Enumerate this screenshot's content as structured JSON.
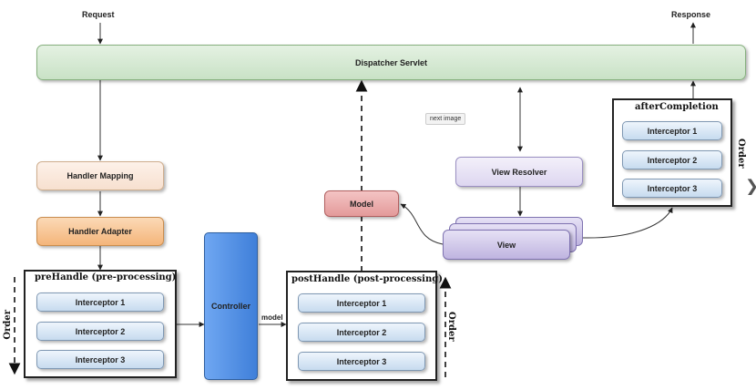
{
  "labels": {
    "request": "Request",
    "response": "Response",
    "dispatcher": "Dispatcher Servlet",
    "handler_mapping": "Handler Mapping",
    "handler_adapter": "Handler Adapter",
    "controller": "Controller",
    "model": "Model",
    "model_edge": "model",
    "view_resolver": "View Resolver",
    "view": "View",
    "tooltip": "next image",
    "nav_glyph": "❯"
  },
  "prehandle": {
    "title": "preHandle (pre-processing)",
    "items": [
      "Interceptor 1",
      "Interceptor 2",
      "Interceptor 3"
    ],
    "order": "Order"
  },
  "posthandle": {
    "title": "postHandle (post-processing)",
    "items": [
      "Interceptor 1",
      "Interceptor 2",
      "Interceptor 3"
    ],
    "order": "Order"
  },
  "aftercompletion": {
    "title": "afterCompletion",
    "items": [
      "Interceptor 1",
      "Interceptor 2",
      "Interceptor 3"
    ],
    "order": "Order"
  },
  "colors": {
    "dispatcher": "#d5e8d4",
    "handler_mapping": "#fbe9dd",
    "handler_adapter": "#f8cfa4",
    "controller": "#4d8fe6",
    "model": "#eaa8a8",
    "view": "#d1cbe9",
    "interceptor": "#dae8fc"
  }
}
